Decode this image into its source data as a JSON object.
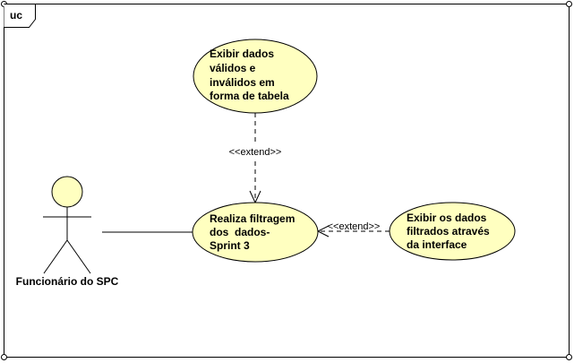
{
  "frame": {
    "tag": "uc"
  },
  "actor": {
    "name": "Funcionário do SPC",
    "fill_color": "#ffffc0"
  },
  "use_cases": {
    "top": {
      "lines": [
        "Exibir dados",
        "válidos e",
        "inválidos em",
        "forma de tabela"
      ]
    },
    "center": {
      "lines": [
        "Realiza filtragem",
        "dos  dados-",
        "Sprint 3"
      ]
    },
    "right": {
      "lines": [
        "Exibir os dados",
        "filtrados através",
        "da interface"
      ]
    },
    "fill_color": "#ffffc0"
  },
  "relations": {
    "extend_top_label": "<<extend>>",
    "extend_right_label": "<<extend>>"
  }
}
